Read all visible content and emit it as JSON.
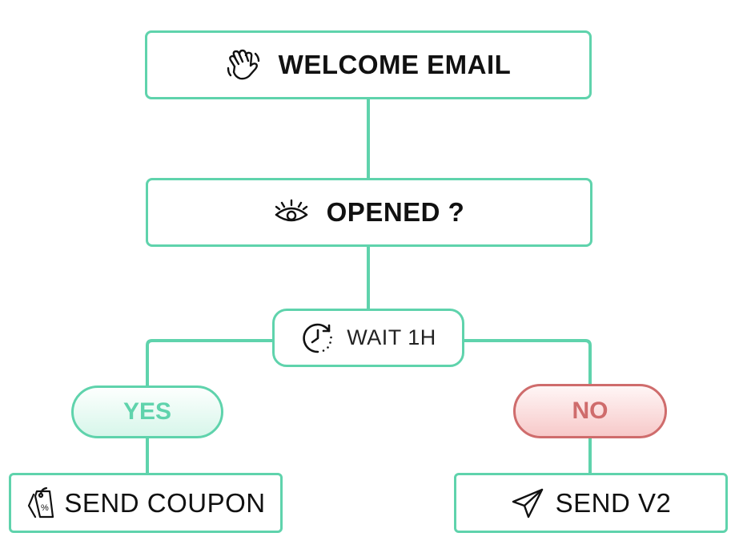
{
  "colors": {
    "accent_green": "#5fd3ac",
    "accent_red": "#cf6c6c",
    "text": "#111111"
  },
  "nodes": {
    "welcome": {
      "label": "WELCOME EMAIL",
      "icon": "waving-hand-icon"
    },
    "opened": {
      "label": "OPENED ?",
      "icon": "eye-icon"
    },
    "wait": {
      "label": "WAIT 1H",
      "icon": "clock-icon"
    },
    "yes": {
      "label": "YES"
    },
    "no": {
      "label": "NO"
    },
    "coupon": {
      "label": "SEND COUPON",
      "icon": "price-tag-icon"
    },
    "v2": {
      "label": "SEND V2",
      "icon": "paper-plane-icon"
    }
  }
}
